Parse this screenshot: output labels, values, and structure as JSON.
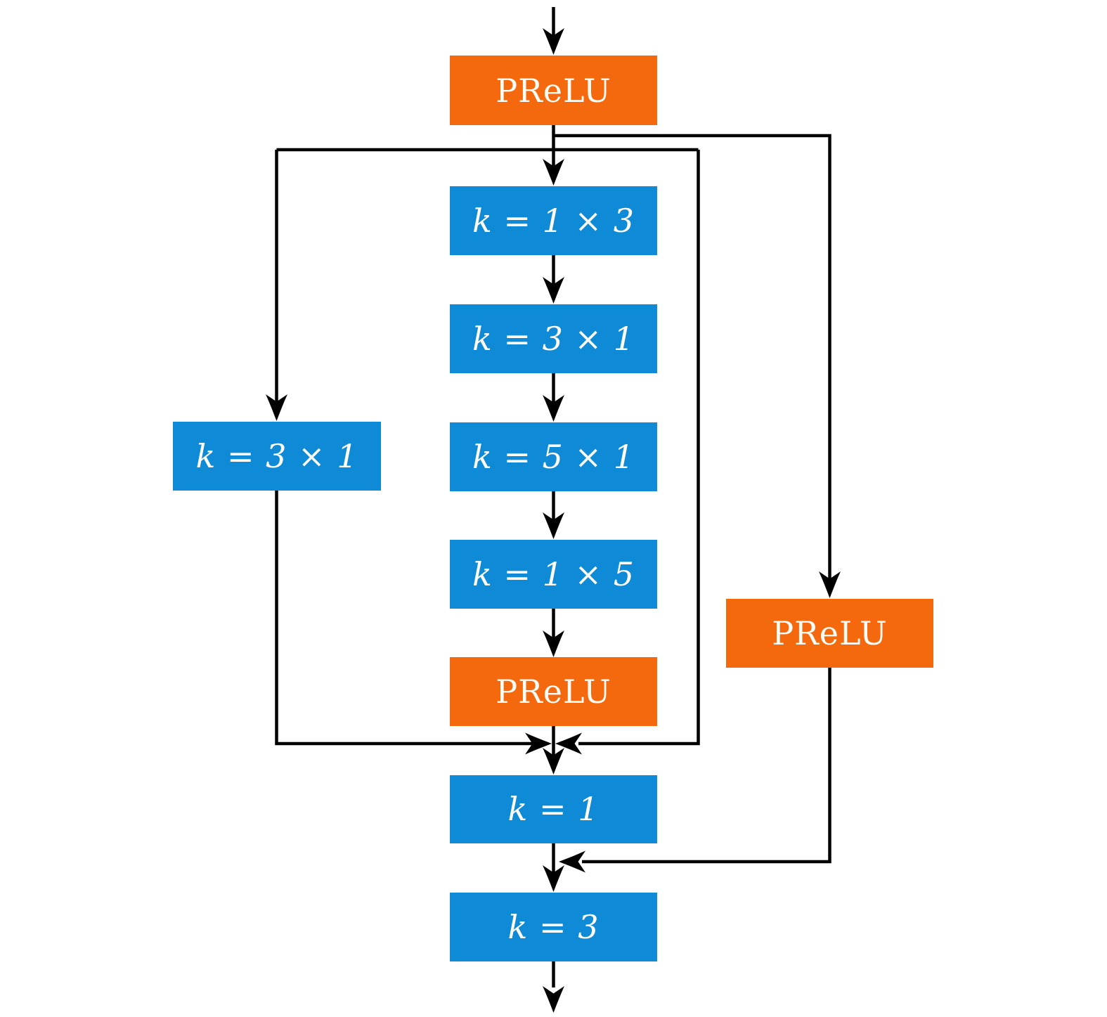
{
  "diagram": {
    "type": "neural-network-block-flowchart",
    "colors": {
      "conv_blue": "#0e8ad6",
      "activation_orange": "#f5690e",
      "edge_black": "#000000",
      "label_white": "#fdfcf7"
    },
    "nodes": {
      "prelu_top": {
        "label": "PReLU",
        "kind": "activation"
      },
      "conv_1x3": {
        "label": "k = 1 × 3",
        "kind": "conv"
      },
      "conv_3x1": {
        "label": "k = 3 × 1",
        "kind": "conv"
      },
      "conv_5x1": {
        "label": "k = 5 × 1",
        "kind": "conv"
      },
      "conv_1x5": {
        "label": "k = 1 × 5",
        "kind": "conv"
      },
      "prelu_mid": {
        "label": "PReLU",
        "kind": "activation"
      },
      "conv_3x1_left": {
        "label": "k = 3 × 1",
        "kind": "conv"
      },
      "prelu_right": {
        "label": "PReLU",
        "kind": "activation"
      },
      "conv_1": {
        "label": "k = 1",
        "kind": "conv"
      },
      "conv_3": {
        "label": "k = 3",
        "kind": "conv"
      }
    },
    "edges": [
      "input → prelu_top",
      "prelu_top → conv_1x3",
      "prelu_top → prelu_right",
      "prelu_top → conv_3x1_left",
      "prelu_top → merge (right skip)",
      "conv_1x3 → conv_3x1",
      "conv_3x1 → conv_5x1",
      "conv_5x1 → conv_1x5",
      "conv_1x5 → prelu_mid",
      "prelu_mid → conv_1",
      "conv_3x1_left → merge",
      "conv_1 → conv_3",
      "prelu_right → conv_3 junction",
      "conv_3 → output"
    ]
  }
}
